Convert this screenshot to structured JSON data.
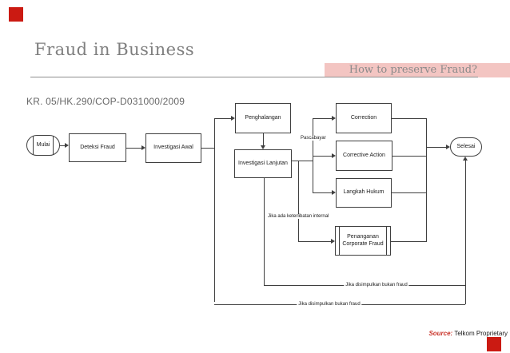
{
  "slide": {
    "title": "Fraud in Business",
    "subtitle": "How to preserve Fraud?",
    "doc_ref": "KR. 05/HK.290/COP-D031000/2009",
    "footer": {
      "source_label": "Source:",
      "source_value": "Telkom Proprietary"
    },
    "colors": {
      "accent_red": "#cb1a12",
      "highlight_pink": "#f3c5c2",
      "title_gray": "#7f7f7f",
      "line_dark": "#3f3f3f",
      "source_red": "#c9342a"
    }
  },
  "flowchart": {
    "nodes": {
      "mulai": "Mulai",
      "deteksi": "Deteksi Fraud",
      "inv_awal": "Investigasi Awal",
      "penghalangan": "Penghalangan",
      "inv_lanjutan": "Investigasi Lanjutan",
      "correction": "Correction",
      "corrective": "Corrective Action",
      "langkah": "Langkah Hukum",
      "penanganan": "Penanganan Corporate Fraud",
      "selesai": "Selesai"
    },
    "edge_labels": {
      "pascabayar": "Pascabayar",
      "internal_note": "Jika ada keterlibatan internal",
      "not_fraud_upper": "Jika disimpulkan bukan fraud",
      "not_fraud_lower": "Jika disimpulkan bukan fraud"
    }
  }
}
